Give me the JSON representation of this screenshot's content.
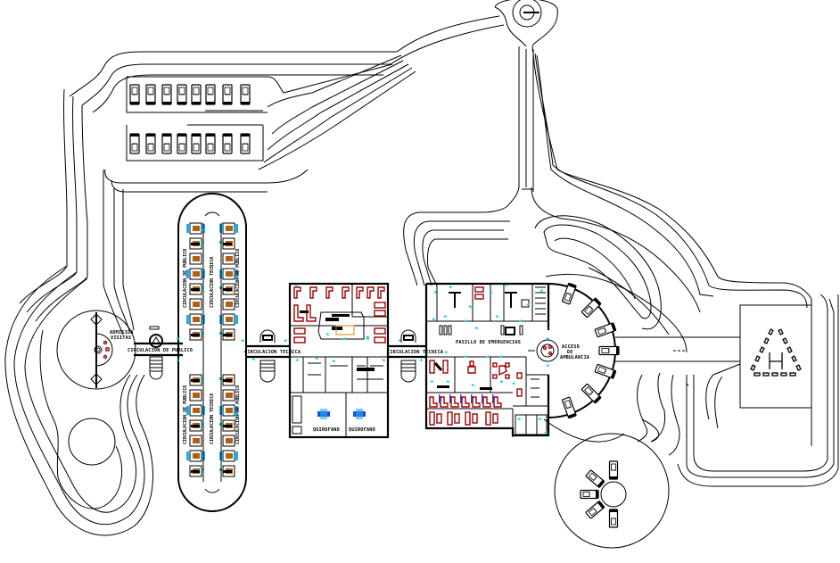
{
  "drawing": {
    "type": "hospital site plan",
    "colors": {
      "background": "#ffffff",
      "lines": "#000000",
      "furniture_red": "#a00000",
      "doors_cyan": "#00c8e6",
      "beds_brown": "#b06010",
      "equipment_blue": "#1c4fd8"
    }
  },
  "labels": {
    "admission": [
      "ADMISION",
      "VISITAS"
    ],
    "public_circulation_main": "CIRCULACION DE PUBLICO",
    "public_circulation_ward_left": "CIRCULACION DE PUBLICO",
    "public_circulation_ward_right": "CIRCULACION DE PUBLICO",
    "technical_circulation_ward": "CIRCULACION TECNICA",
    "public_circulation_ward_left_lower": "CIRCULACION DE PUBLICO",
    "public_circulation_ward_right_lower": "CIRCULACION DE PUBLICO",
    "technical_circulation_ward_lower": "CIRCULACION TECNICA",
    "technical_circulation_1": "CIRCULACION TECNICA",
    "technical_circulation_2": "CIRCULACION TECNICA",
    "operating_room_1": "QUIROFANO",
    "operating_room_2": "QUIROFANO",
    "emergency_hall": "PASILLO DE EMERGENCIAS",
    "ambulance_access": [
      "ACCESO",
      "DE",
      "AMBULANCIA"
    ],
    "helipad_letter": "H"
  },
  "parking": {
    "upper_row_spaces": 8,
    "lower_row_spaces": 8,
    "ambulance_bays_emergency": 7,
    "ambulance_bays_roundabout": 5
  }
}
